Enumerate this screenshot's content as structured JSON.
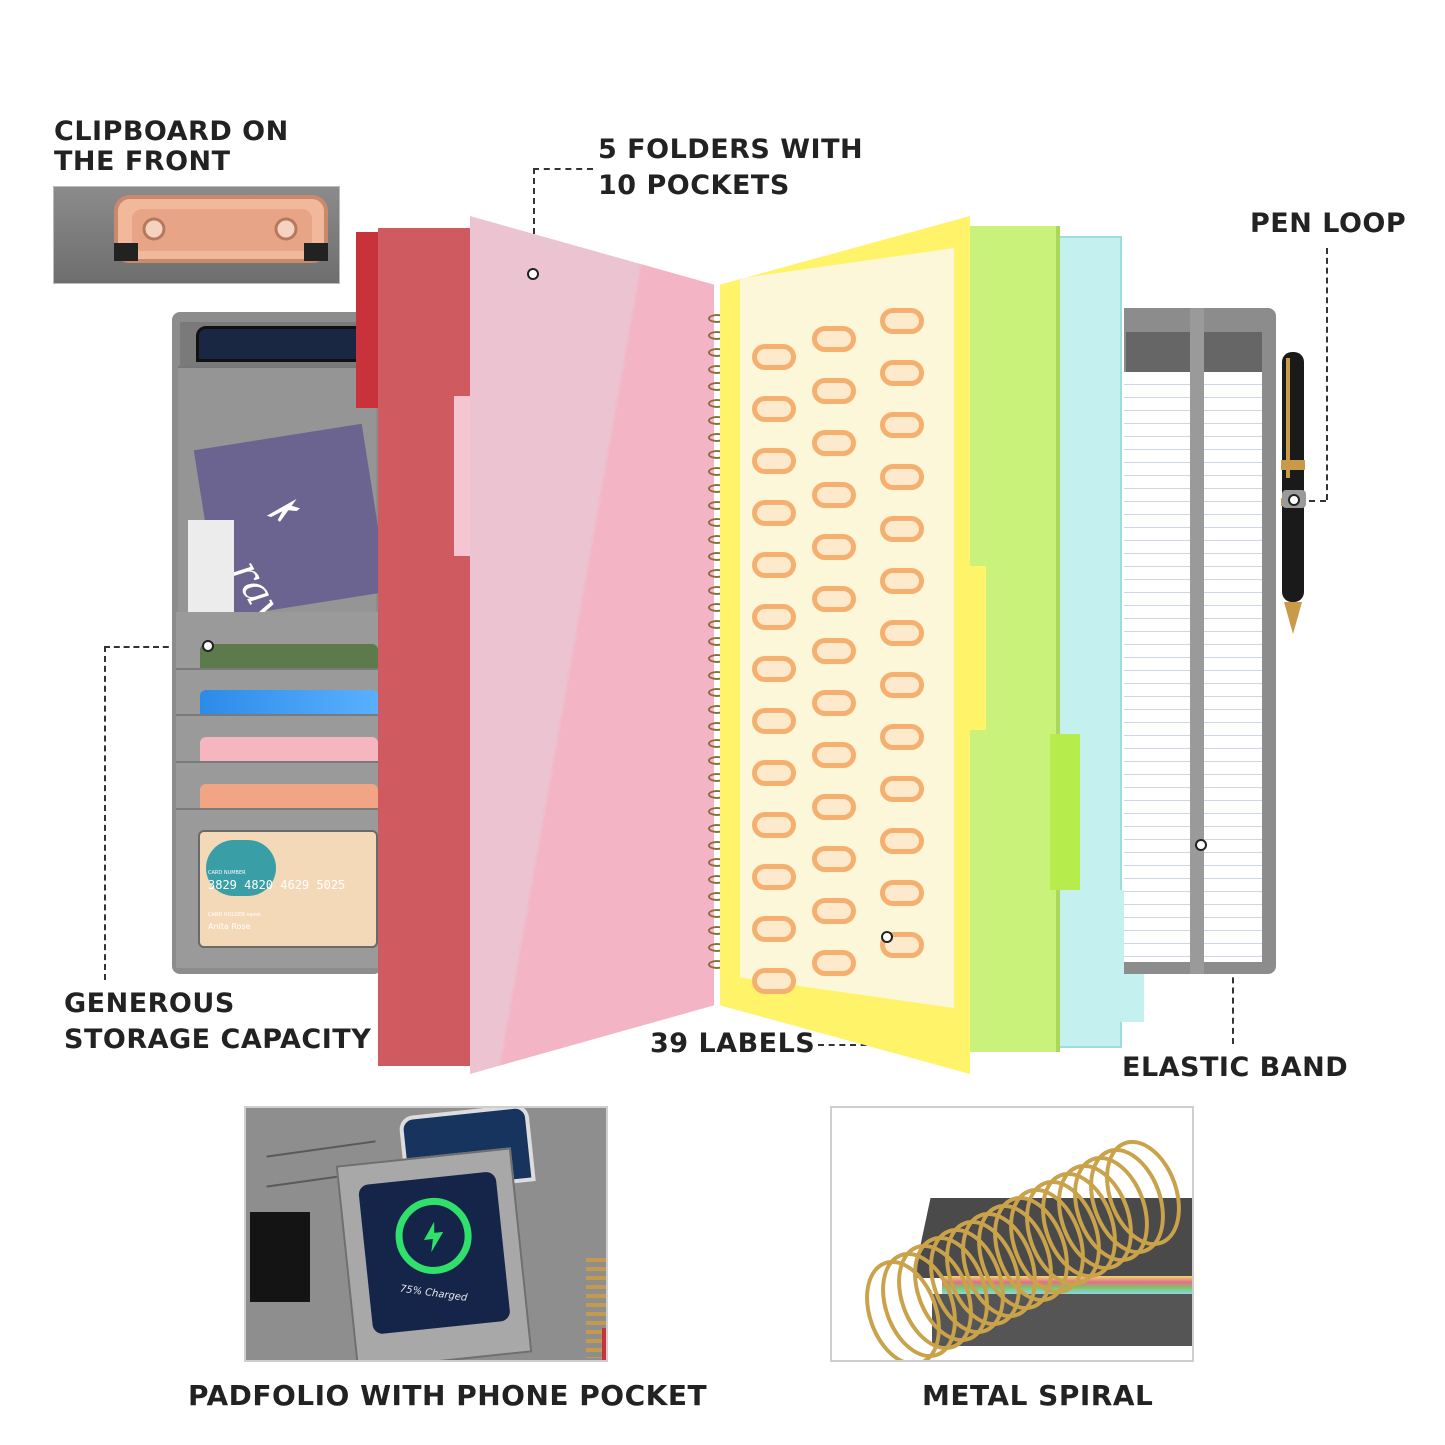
{
  "callouts": {
    "clipboard": [
      "CLIPBOARD ON",
      "THE FRONT"
    ],
    "folders": [
      "5 FOLDERS WITH",
      "10 POCKETS"
    ],
    "pen_loop": "PEN LOOP",
    "storage": [
      "GENEROUS",
      "STORAGE CAPACITY"
    ],
    "labels": "39 LABELS",
    "elastic": "ELASTIC BAND"
  },
  "card": {
    "number": "3829 4820 4629 5025",
    "number_caption": "CARD NUMBER",
    "holder_caption": "CARD HOLDER name",
    "holder": "Anita Rose"
  },
  "travel_text": "ravel",
  "phone": {
    "status": "75% Charged"
  },
  "captions": {
    "phone_pocket": "PADFOLIO WITH PHONE POCKET",
    "spiral": "METAL SPIRAL"
  },
  "colors": {
    "cover_gray": "#8a8a8a",
    "red_folder": "#cf5a60",
    "pink_folder": "#f3b4c6",
    "yellow_folder": "#fff36a",
    "green_folder": "#c8f27a",
    "blue_folder": "#c4f0f0",
    "label_orange": "#f5b070",
    "clip_rose_gold": "#e8a487"
  },
  "icons": [
    "clip-icon",
    "airplane-icon",
    "lightning-icon",
    "pen-icon"
  ]
}
